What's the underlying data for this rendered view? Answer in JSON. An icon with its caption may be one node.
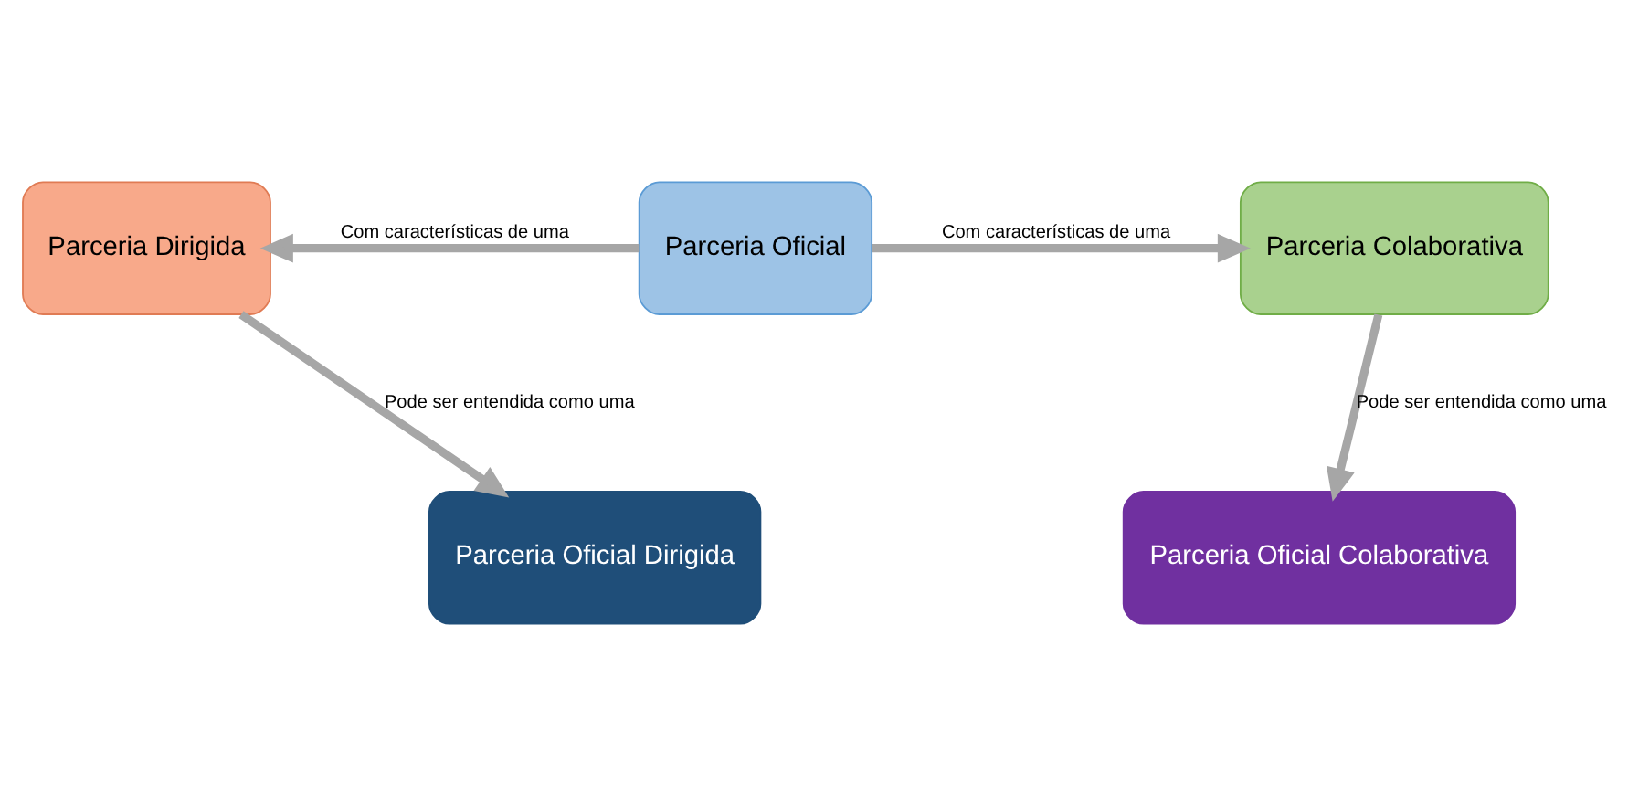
{
  "diagram": {
    "nodes": [
      {
        "text": [
          "Parceria Dirigida"
        ]
      },
      {
        "text": [
          "Parceria Oficial"
        ]
      },
      {
        "text": [
          "Parceria Colaborativa"
        ]
      },
      {
        "text": [
          "Parceria Oficial Dirigida"
        ]
      },
      {
        "text": [
          "Parceria Oficial Colaborativa"
        ]
      }
    ],
    "edges": [
      {
        "from": 1,
        "to": 0,
        "arrow": "to",
        "label": "Com características de uma"
      },
      {
        "from": 1,
        "to": 2,
        "arrow": "to",
        "label": "Com características de uma"
      },
      {
        "from": 0,
        "to": 3,
        "arrow": "to",
        "label": "Pode ser entendida como uma"
      },
      {
        "from": 2,
        "to": 4,
        "arrow": "to",
        "label": "Pode ser entendida como uma"
      }
    ]
  }
}
